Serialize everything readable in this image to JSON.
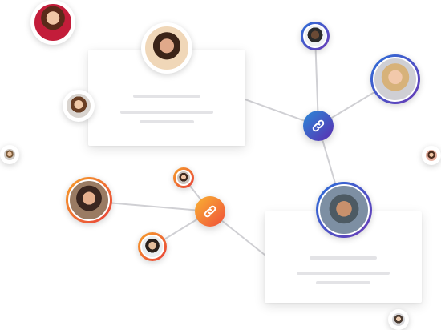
{
  "colors": {
    "connector_line": "#d0d0d4",
    "hub_blue": [
      "#2a8ad8",
      "#5b2bb0"
    ],
    "hub_orange": [
      "#f9b232",
      "#ef4f3a"
    ],
    "card_bg": "#ffffff",
    "card_text_placeholder": "#e3e3e6"
  },
  "icons": {
    "hub": "link-icon"
  },
  "cards": [
    {
      "name": "profile-card-top",
      "lines": 3
    },
    {
      "name": "profile-card-bottom",
      "lines": 3
    }
  ],
  "avatars": [
    "avatar-woman-red-top",
    "avatar-woman-hands-face",
    "avatar-woman-left-small",
    "avatar-man-tiny-left",
    "avatar-man-top-right",
    "avatar-woman-blonde-right",
    "avatar-woman-tiny-right",
    "avatar-woman-orange-ring",
    "avatar-woman-small-center",
    "avatar-man-orange-ring",
    "avatar-man-beanie-blue-ring",
    "avatar-man-bottom-right"
  ]
}
